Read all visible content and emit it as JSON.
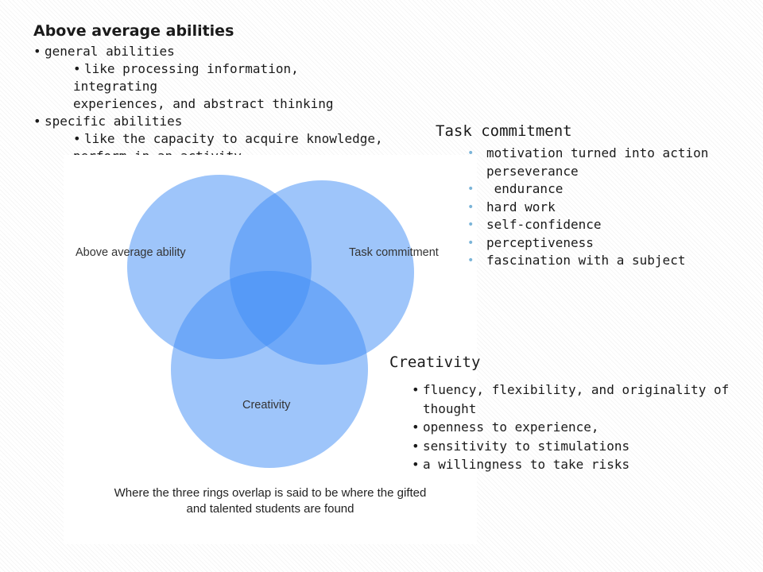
{
  "abilities": {
    "heading": "Above average abilities",
    "general": "general abilities",
    "general_detail_1": "like processing information, integrating",
    "general_detail_2": "experiences, and abstract thinking",
    "specific": "specific abilities",
    "specific_detail_1": "like the capacity to acquire knowledge,",
    "specific_detail_2": "perform in an activity"
  },
  "task": {
    "heading": "Task commitment",
    "items": [
      "motivation turned into action perseverance",
      " endurance",
      "hard work",
      "self-confidence",
      "perceptiveness",
      "fascination with a subject"
    ],
    "bullet_color": "#7bb4d8"
  },
  "creativity": {
    "heading": "Creativity",
    "items": [
      "fluency, flexibility, and originality of thought",
      "openness to experience,",
      "sensitivity to stimulations",
      "a willingness to take risks"
    ]
  },
  "diagram": {
    "labels": {
      "ability": "Above average ability",
      "task": "Task commitment",
      "creativity": "Creativity"
    },
    "caption_line1": "Where the three rings overlap is said to be where the gifted",
    "caption_line2": "and talented students are found",
    "circle_color": "#3d8bf5"
  }
}
